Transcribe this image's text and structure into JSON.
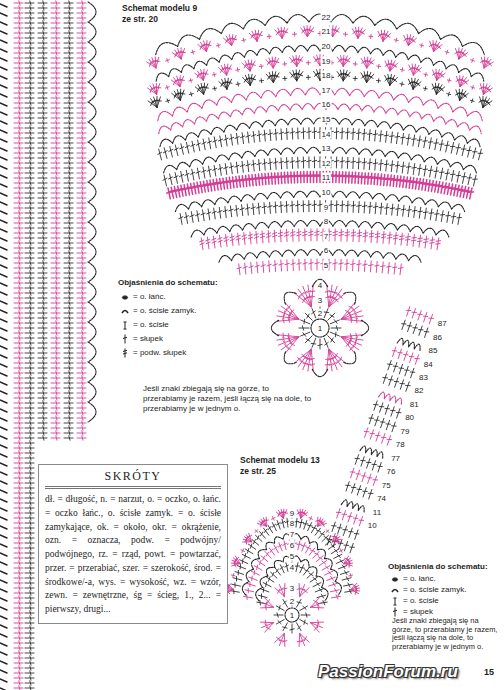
{
  "diagram": {
    "nodes": [
      {
        "text": [
          "SKRÓTY",
          "dł. = długość, n. = narzut, o. = oczko, o. łańc. = oczko łańc., o. ścisłe zamyk. = o. ścisłe zamykające, ok. = około, okr. = okrążenie, ozn. = oznacza, podw. = podwójny/ podwójnego, rz. = rząd, powt. = powtarzać, przer. = przerabiać, szer. = szerokość, środ. = środkowe/-a, wys. = wysokość, wz. = wzór, zewn. = zewnętrzne, śg = ścieg, 1., 2... = pierwszy, drugi..."
        ]
      }
    ],
    "labels": [
      "Schemat modelu 9",
      "ze str. 20",
      "1",
      "2",
      "3",
      "4",
      "5",
      "6",
      "7",
      "8",
      "9",
      "10",
      "11",
      "12",
      "13",
      "14",
      "15",
      "16",
      "17",
      "18",
      "19",
      "20",
      "21",
      "22",
      "Objaśnienia do schematu:",
      "Jeśli znaki zbiegają się na górze, to przerabiamy je razem, jeśli łączą się na dole, to przerabiamy je w jednym o.",
      "Schemat modelu 13",
      "ze str. 25",
      "1",
      "2",
      "3",
      "4",
      "5",
      "6",
      "7",
      "8",
      "9",
      "10",
      "11",
      "74",
      "75",
      "76",
      "77",
      "78",
      "79",
      "80",
      "81",
      "82",
      "83",
      "84",
      "85",
      "86",
      "87",
      "Objaśnienia do schematu:",
      "Jeśli znaki zbiegają się na górze, to przerabiamy je razem, jeśli łączą się na dole, to przerabiamy je w jednym o.",
      "PassionForum.ru",
      "15"
    ],
    "legend": [
      {
        "text": "= o. łańc."
      },
      {
        "text": "= o. ścisłe zamyk."
      },
      {
        "text": "= o. ścisłe"
      },
      {
        "text": "= słupek"
      },
      {
        "text": "= podw. słupek"
      },
      {
        "text": "= o. łańc."
      },
      {
        "text": "= o. ścisłe zamyk."
      },
      {
        "text": "= o. ścisłe"
      },
      {
        "text": "= słupek"
      }
    ]
  }
}
